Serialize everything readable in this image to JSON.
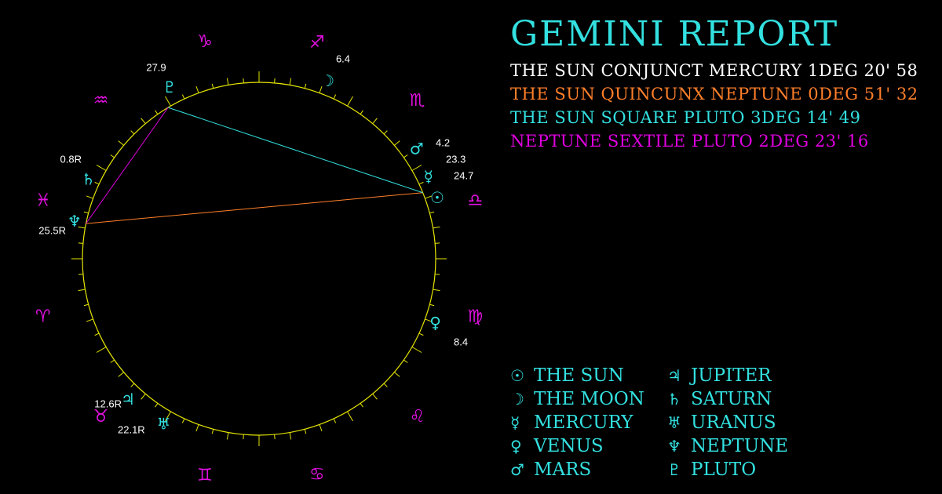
{
  "report": {
    "title": "GEMINI REPORT",
    "aspects": [
      {
        "text": "THE SUN CONJUNCT MERCURY 1DEG 20' 58",
        "color": "#ffffff"
      },
      {
        "text": "THE SUN QUINCUNX NEPTUNE 0DEG 51' 32",
        "color": "#ff7f2a"
      },
      {
        "text": "THE SUN SQUARE PLUTO 3DEG 14' 49",
        "color": "#33e0e0"
      },
      {
        "text": "NEPTUNE SEXTILE PLUTO 2DEG 23' 16",
        "color": "#e000e0"
      }
    ]
  },
  "colors": {
    "zodiac": "#e010e0",
    "planet": "#33e0e0",
    "wheel": "#e6e600",
    "degree_text": "#ffffff"
  },
  "zodiac": [
    {
      "name": "capricorn",
      "glyph": "♑"
    },
    {
      "name": "sagittarius",
      "glyph": "♐"
    },
    {
      "name": "scorpio",
      "glyph": "♏"
    },
    {
      "name": "libra",
      "glyph": "♎"
    },
    {
      "name": "virgo",
      "glyph": "♍"
    },
    {
      "name": "leo",
      "glyph": "♌"
    },
    {
      "name": "cancer",
      "glyph": "♋"
    },
    {
      "name": "gemini",
      "glyph": "♊"
    },
    {
      "name": "taurus",
      "glyph": "♉"
    },
    {
      "name": "aries",
      "glyph": "♈"
    },
    {
      "name": "pisces",
      "glyph": "♓"
    },
    {
      "name": "aquarius",
      "glyph": "♒"
    }
  ],
  "planets": [
    {
      "name": "pluto",
      "glyph": "♇",
      "degree": "27.9"
    },
    {
      "name": "moon",
      "glyph": "☽",
      "degree": "6.4"
    },
    {
      "name": "mars",
      "glyph": "♂",
      "degree": "4.2"
    },
    {
      "name": "mercury",
      "glyph": "☿",
      "degree": "23.3"
    },
    {
      "name": "sun",
      "glyph": "☉",
      "degree": "24.7"
    },
    {
      "name": "venus",
      "glyph": "♀",
      "degree": "8.4"
    },
    {
      "name": "saturn",
      "glyph": "♄",
      "degree": "0.8R"
    },
    {
      "name": "neptune",
      "glyph": "♆",
      "degree": "25.5R"
    },
    {
      "name": "jupiter",
      "glyph": "♃",
      "degree": "12.6R"
    },
    {
      "name": "uranus",
      "glyph": "♅",
      "degree": "22.1R"
    }
  ],
  "aspect_lines": [
    {
      "from": "sun",
      "to": "neptune",
      "color": "#ff7f2a"
    },
    {
      "from": "sun",
      "to": "pluto",
      "color": "#33e0e0"
    },
    {
      "from": "neptune",
      "to": "pluto",
      "color": "#e000e0"
    }
  ],
  "legend": [
    {
      "glyph": "☉",
      "label": "THE SUN"
    },
    {
      "glyph": "☽",
      "label": "THE MOON"
    },
    {
      "glyph": "☿",
      "label": "MERCURY"
    },
    {
      "glyph": "♀",
      "label": "VENUS"
    },
    {
      "glyph": "♂",
      "label": "MARS"
    },
    {
      "glyph": "♃",
      "label": "JUPITER"
    },
    {
      "glyph": "♄",
      "label": "SATURN"
    },
    {
      "glyph": "♅",
      "label": "URANUS"
    },
    {
      "glyph": "♆",
      "label": "NEPTUNE"
    },
    {
      "glyph": "♇",
      "label": "PLUTO"
    }
  ]
}
